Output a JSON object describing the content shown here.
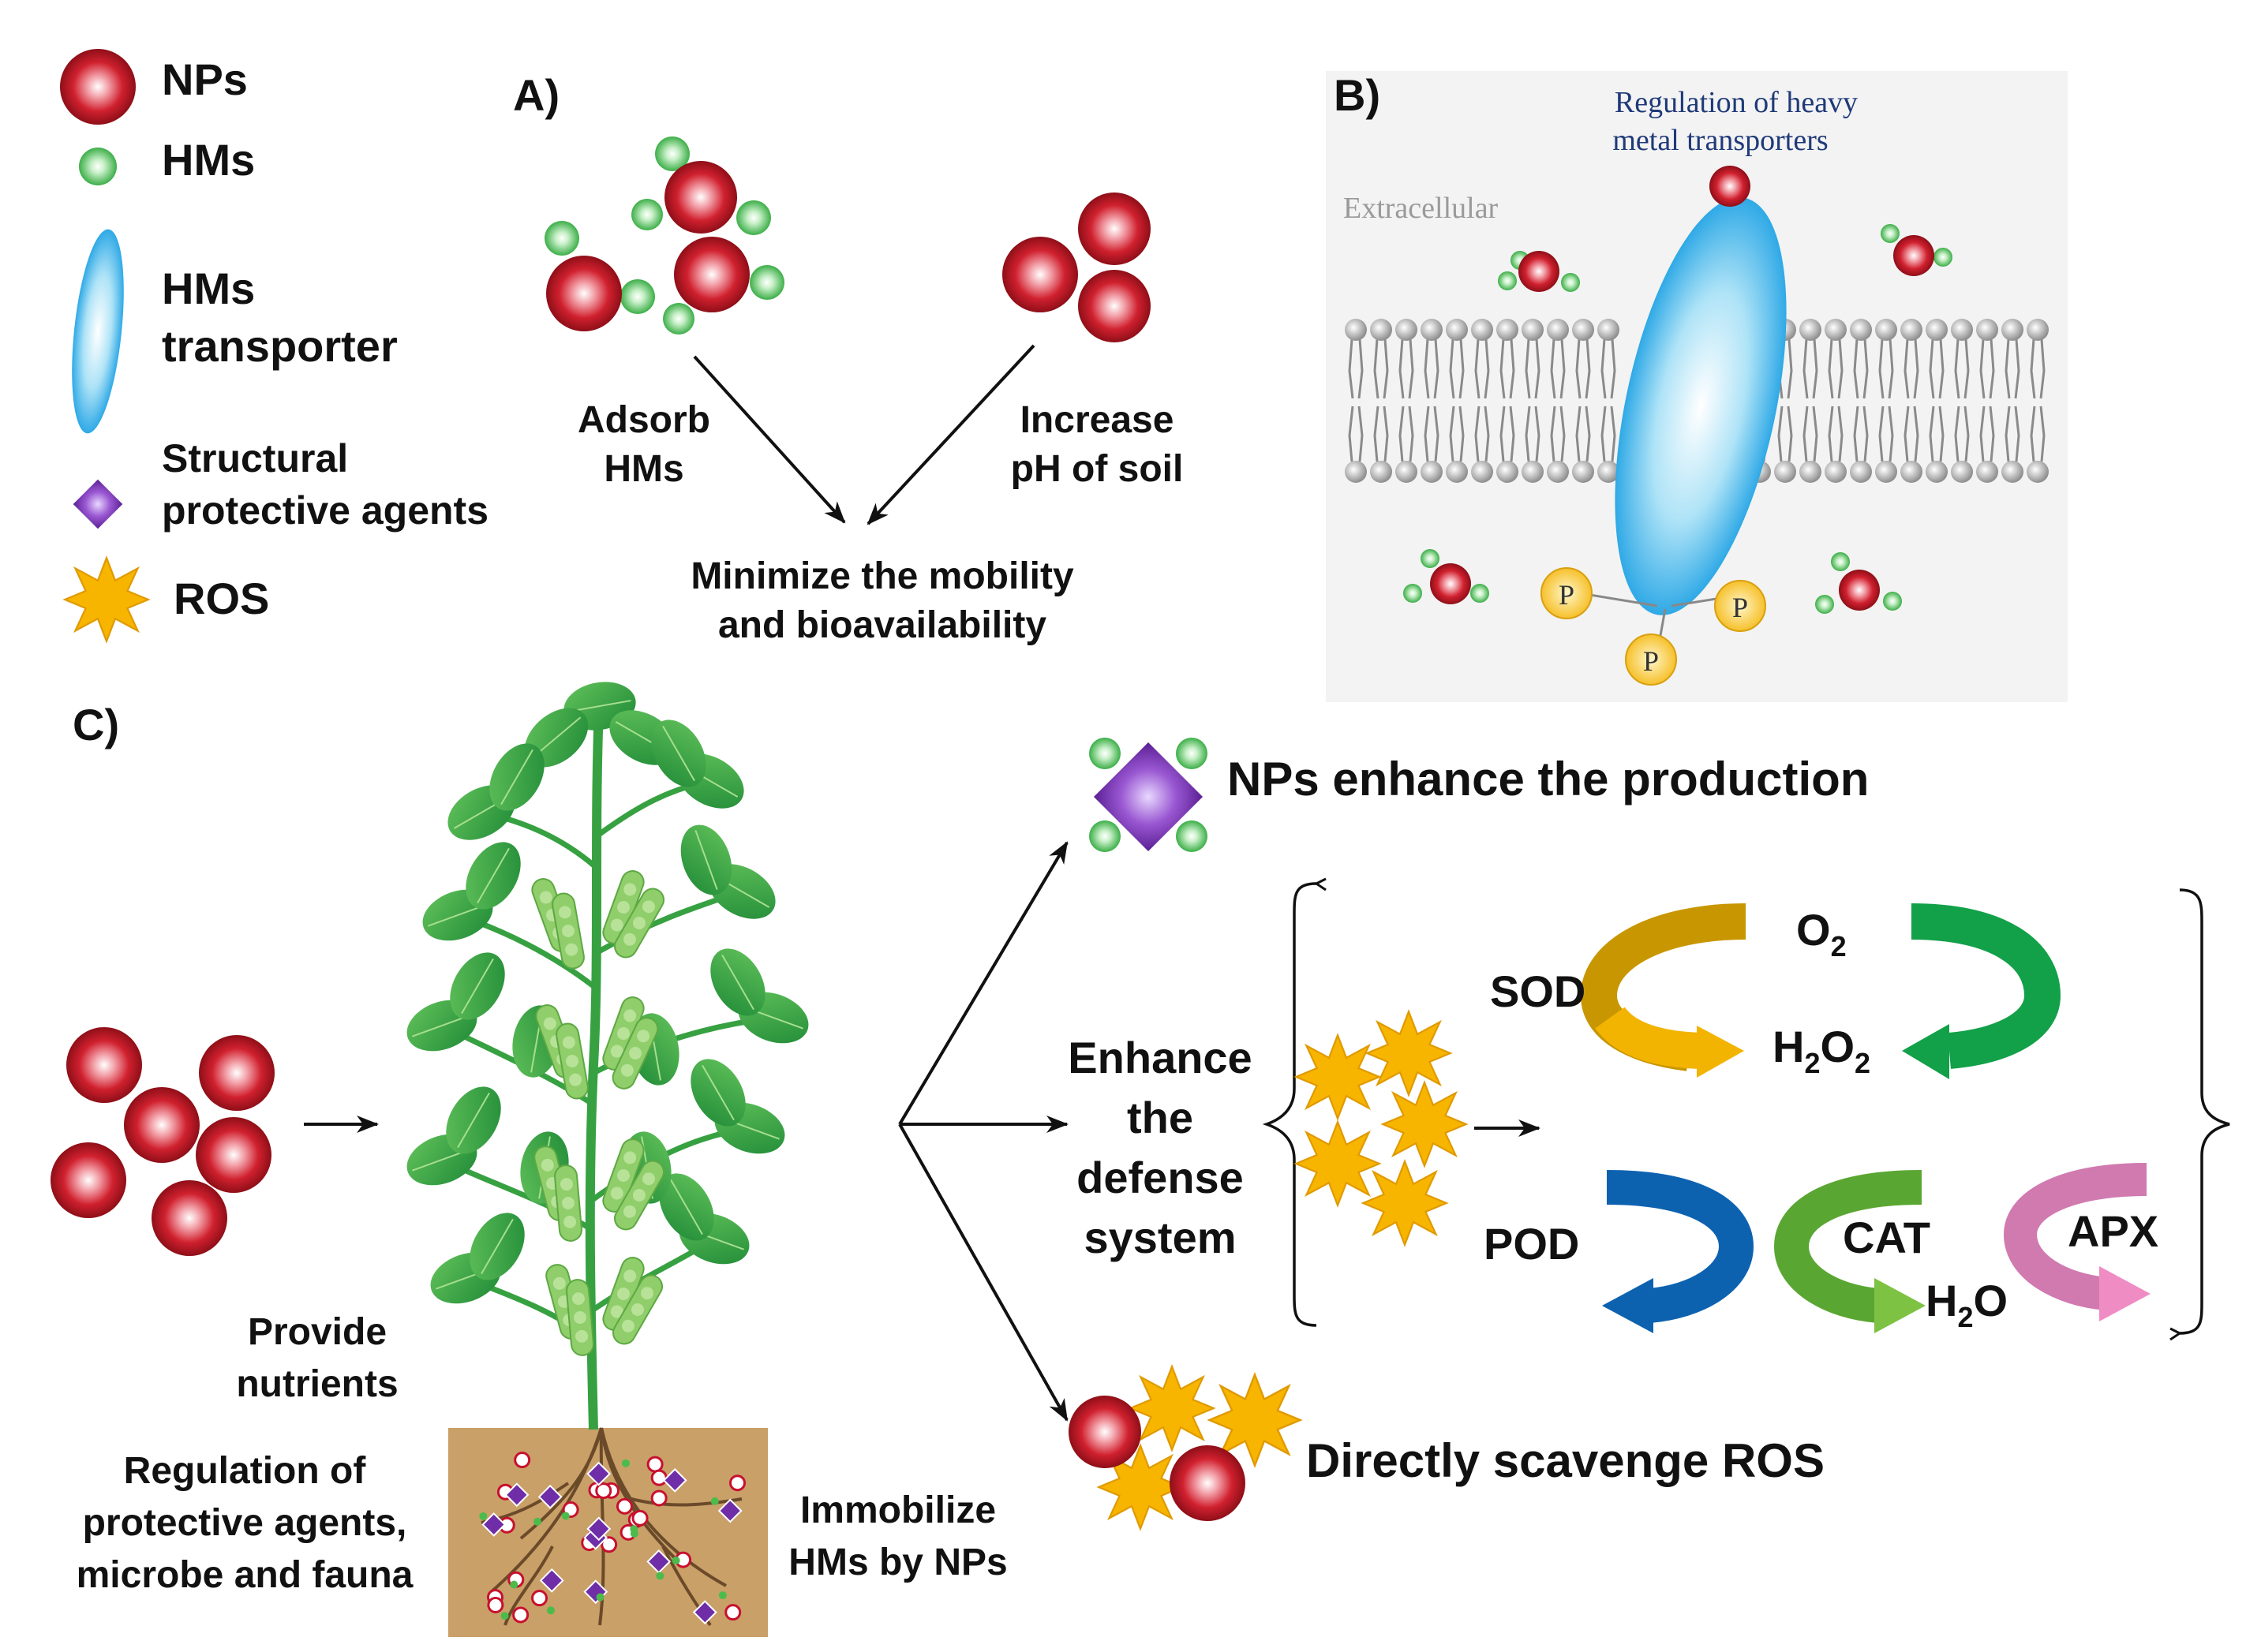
{
  "legend": {
    "nps": "NPs",
    "hms": "HMs",
    "transporter_1": "HMs",
    "transporter_2": "transporter",
    "agents_1": "Structural",
    "agents_2": "protective agents",
    "ros": "ROS"
  },
  "panel_a": {
    "tag": "A)",
    "adsorb_1": "Adsorb",
    "adsorb_2": "HMs",
    "increase_1": "Increase",
    "increase_2": "pH of soil",
    "result_1": "Minimize the mobility",
    "result_2": "and bioavailability"
  },
  "panel_b": {
    "tag": "B)",
    "regulation_1": "Regulation of heavy",
    "regulation_2": "metal transporters",
    "extracellular": "Extracellular",
    "phosphate": "P"
  },
  "panel_c": {
    "tag": "C)",
    "provide_1": "Provide",
    "provide_2": "nutrients",
    "regulation_1": "Regulation of",
    "regulation_2": "protective agents,",
    "regulation_3": "microbe and fauna",
    "immobilize_1": "Immobilize",
    "immobilize_2": "HMs by NPs",
    "production": "NPs enhance the production",
    "defense_1": "Enhance",
    "defense_2": "the",
    "defense_3": "defense",
    "defense_4": "system",
    "scavenge": "Directly scavenge ROS",
    "enzymes": {
      "sod": "SOD",
      "pod": "POD",
      "cat": "CAT",
      "apx": "APX"
    },
    "o2": {
      "base": "O",
      "sub": "2"
    },
    "h2o2": {
      "a": "H",
      "s1": "2",
      "b": "O",
      "s2": "2"
    },
    "h2o": {
      "a": "H",
      "s1": "2",
      "b": "O"
    }
  },
  "colors": {
    "np": "#c8102e",
    "hm": "#4cbb4c",
    "transporter": "#3fb6ea",
    "agent": "#6f2da8",
    "ros": "#f7b500",
    "leaf": "#2e9e3a",
    "soil": "#c9a068",
    "sod": "#f2b400",
    "o2_arrow": "#12a049",
    "pod": "#0d62b0",
    "cat": "#7dc242",
    "apx": "#e87fb7"
  }
}
